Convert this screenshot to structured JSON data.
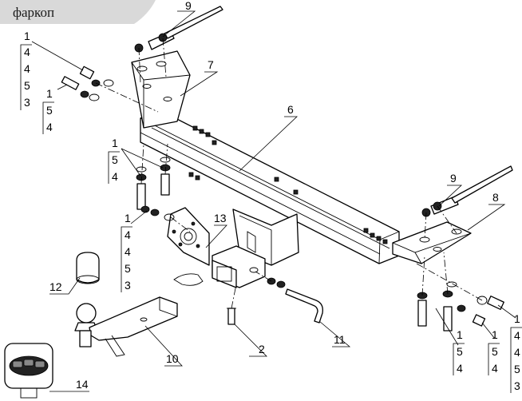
{
  "header": {
    "tab_label": "фаркоп"
  },
  "callouts": {
    "c9a": "9",
    "c7": "7",
    "c6": "6",
    "c9b": "9",
    "c8": "8",
    "c13": "13",
    "c12": "12",
    "c10": "10",
    "c14": "14",
    "c2": "2",
    "c11": "11"
  },
  "stacks": {
    "top_left_a": [
      "1",
      "4",
      "4",
      "5",
      "3"
    ],
    "top_left_b": [
      "1",
      "5",
      "4"
    ],
    "mid_left": [
      "1",
      "5",
      "4"
    ],
    "lower_left": [
      "1",
      "4",
      "4",
      "5",
      "3"
    ],
    "bottom_right_a": [
      "1",
      "5",
      "4"
    ],
    "bottom_right_b": [
      "1",
      "5",
      "4"
    ],
    "right_edge": [
      "1",
      "4",
      "4",
      "5",
      "3"
    ]
  }
}
